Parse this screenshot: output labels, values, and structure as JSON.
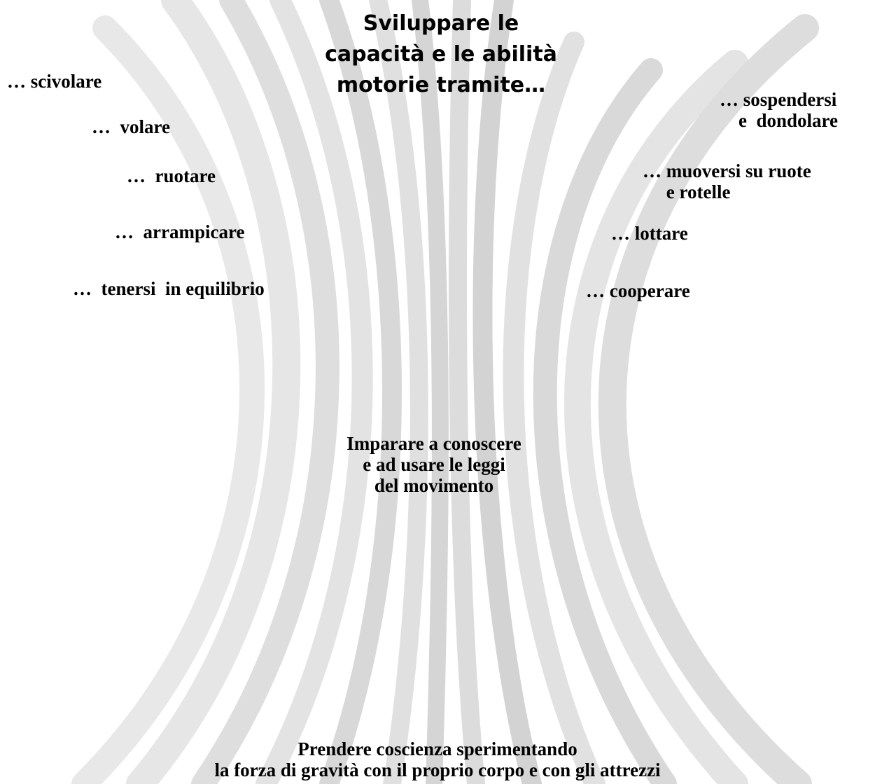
{
  "title": "Sviluppare le\ncapacità e le abilità\nmotorie tramite…",
  "left_items": [
    "… scivolare",
    "…  volare",
    "…  ruotare",
    "…  arrampicare",
    "…  tenersi  in equilibrio"
  ],
  "right_items": [
    "… sospendersi\n    e  dondolare",
    "… muoversi su ruote\n     e rotelle",
    "… lottare",
    "… cooperare"
  ],
  "center_text": "Imparare a conoscere\ne ad usare  le leggi\n del movimento",
  "bottom_text": "Prendere coscienza sperimentando\nla forza di gravità con il proprio corpo e con gli attrezzi",
  "colors": {
    "background": "#ffffff",
    "ribbons": "#d9d9d9",
    "text": "#000000"
  }
}
